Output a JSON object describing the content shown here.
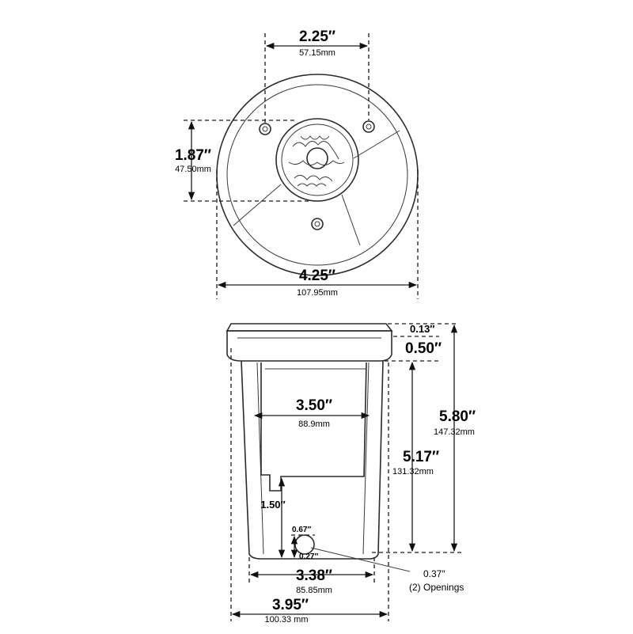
{
  "top_view": {
    "lens_spacing": {
      "inches": "2.25″",
      "mm": "57.15mm"
    },
    "offset": {
      "inches": "1.87″",
      "mm": "47.50mm"
    },
    "diameter": {
      "inches": "4.25″",
      "mm": "107.95mm"
    }
  },
  "side_view": {
    "flange": {
      "inches": "0.13″"
    },
    "rim": {
      "inches": "0.50″"
    },
    "inner_width": {
      "inches": "3.50″",
      "mm": "88.9mm"
    },
    "overall_height": {
      "inches": "5.80″",
      "mm": "147.32mm"
    },
    "body_height": {
      "inches": "5.17″",
      "mm": "131.32mm"
    },
    "notch_height": {
      "inches": "1.50″"
    },
    "hole_height": {
      "inches": "0.67″"
    },
    "hole_offset": {
      "inches": "0.27″"
    },
    "base_width": {
      "inches": "3.38″",
      "mm": "85.85mm"
    },
    "overall_width": {
      "inches": "3.95″",
      "mm": "100.33 mm"
    },
    "openings": {
      "inches": "0.37″",
      "note": "(2) Openings"
    }
  }
}
